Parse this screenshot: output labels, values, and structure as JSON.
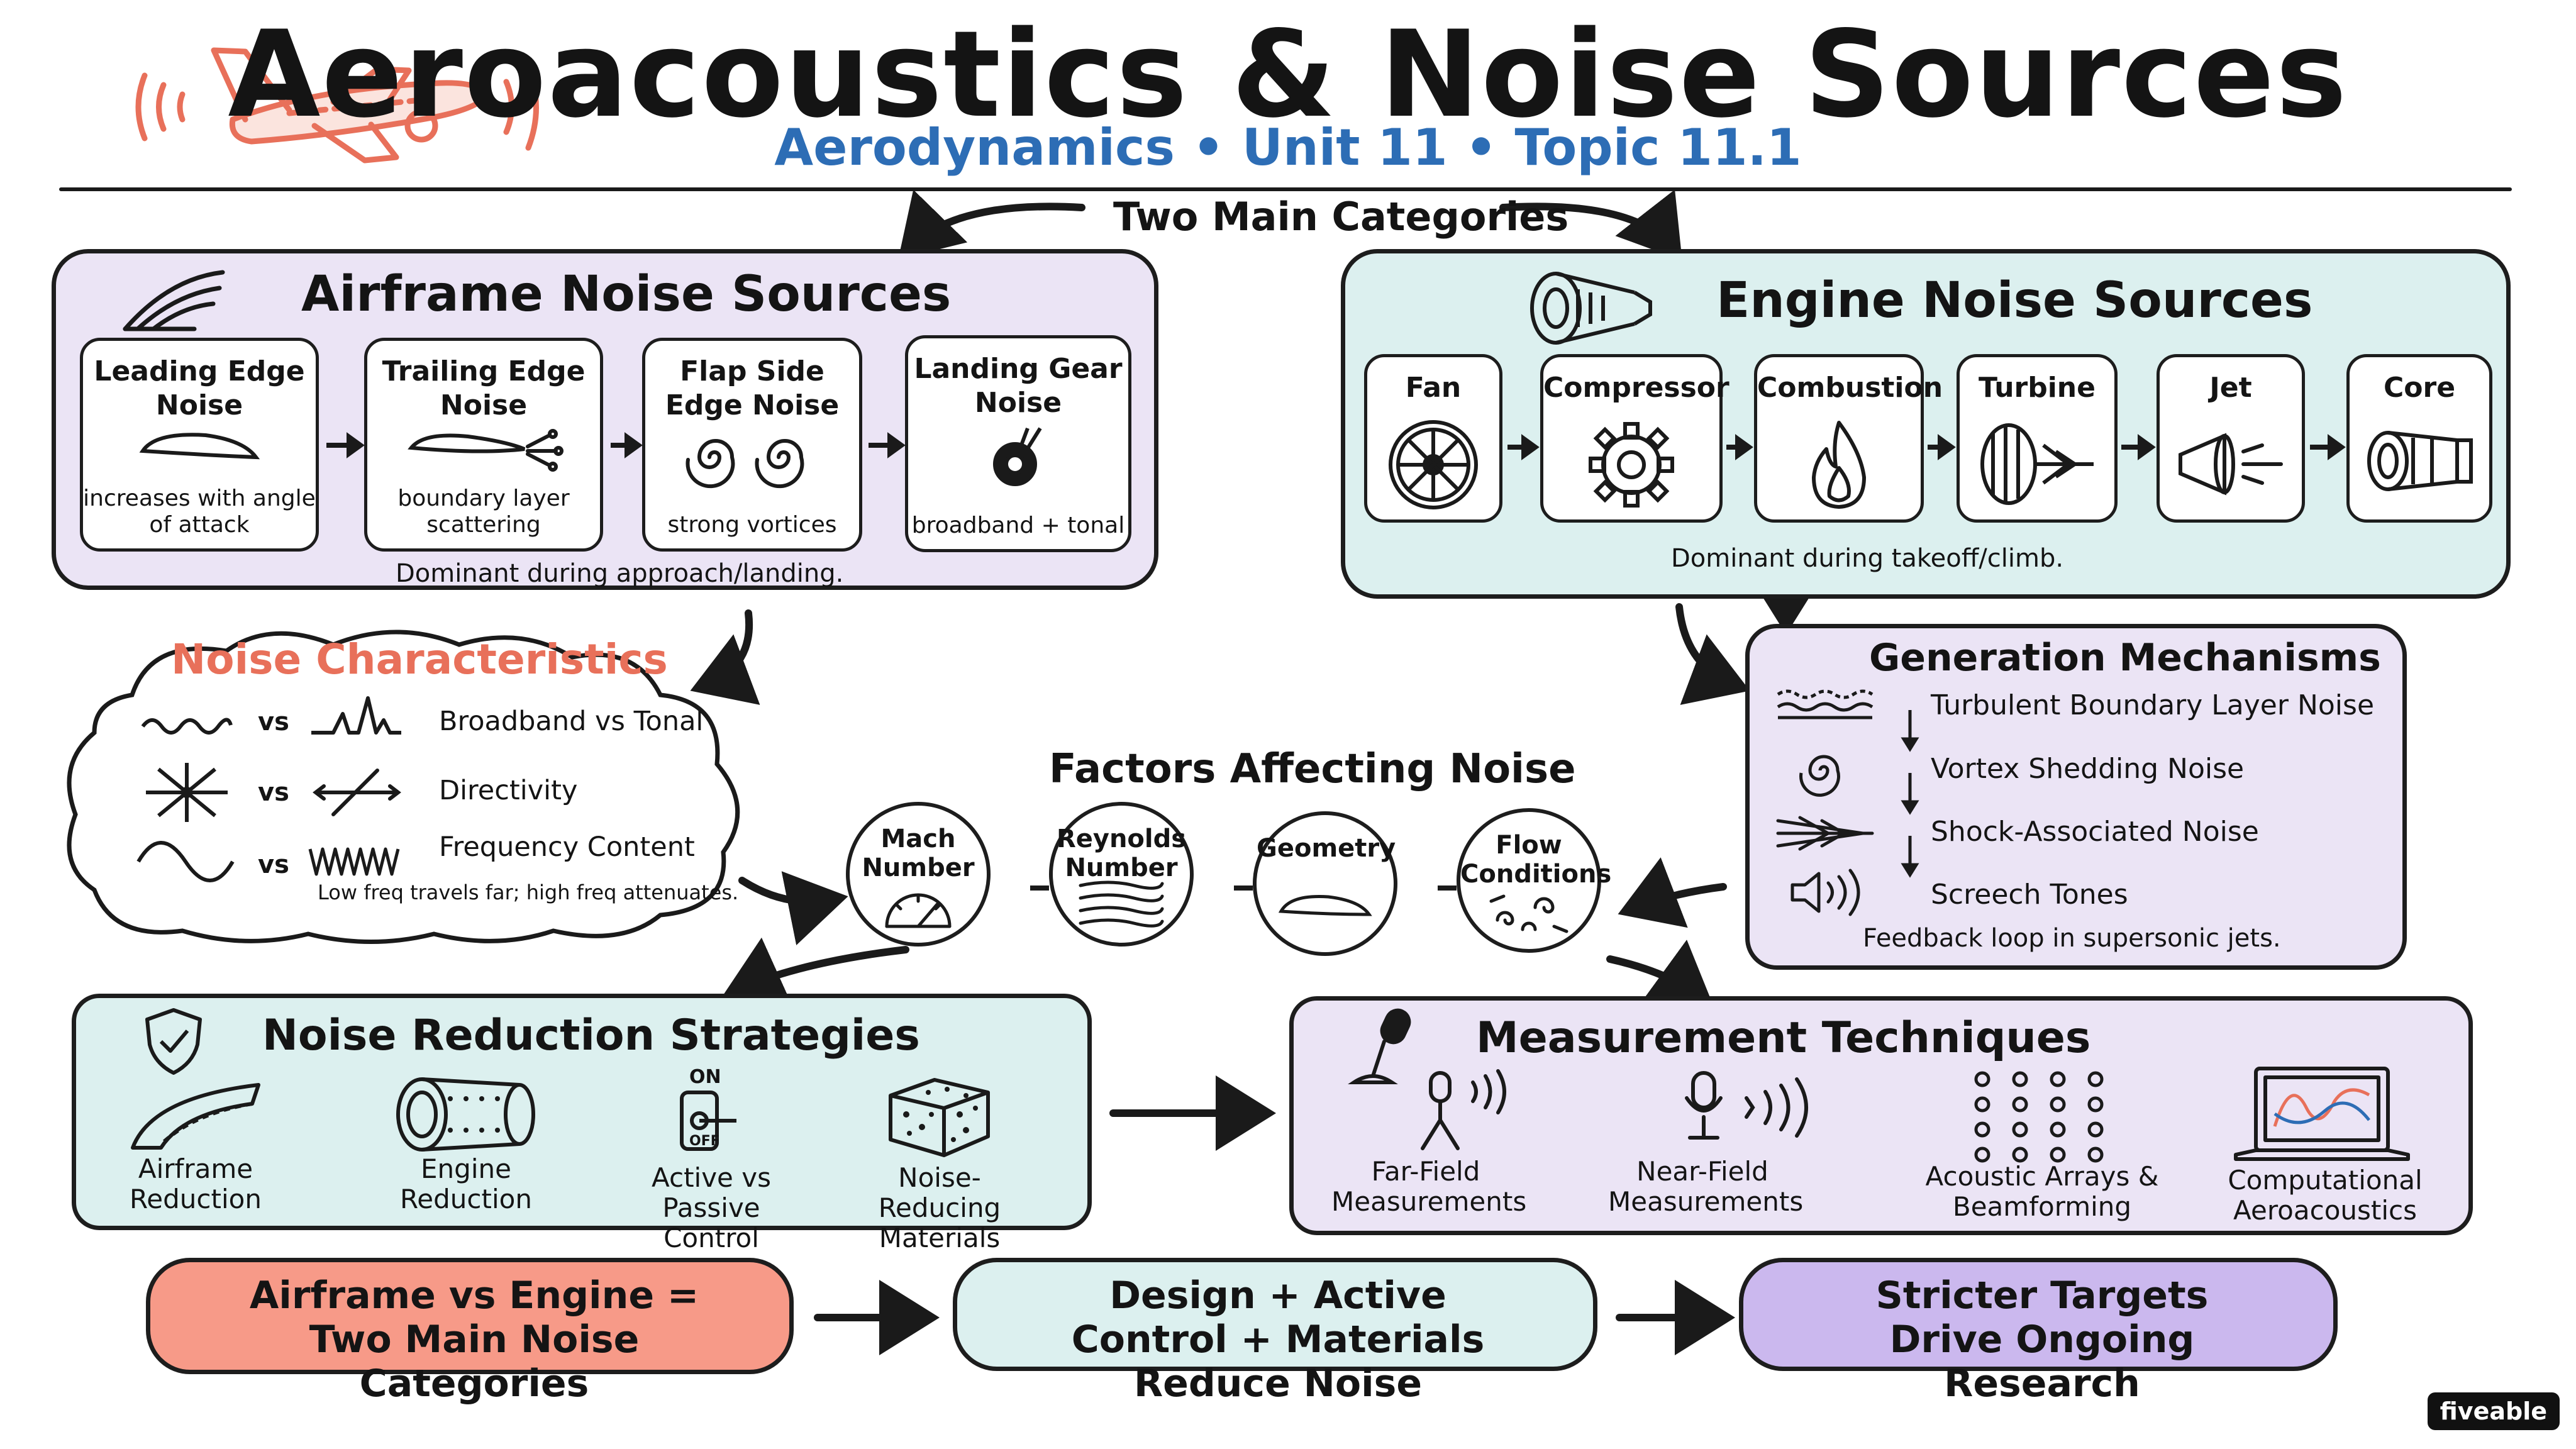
{
  "header": {
    "title": "Aeroacoustics & Noise Sources",
    "subtitle": "Aerodynamics • Unit 11 • Topic 11.1"
  },
  "categories_label": "Two Main Categories",
  "airframe": {
    "title": "Airframe Noise Sources",
    "cards": [
      {
        "title": "Leading Edge Noise",
        "desc": "increases with angle of attack"
      },
      {
        "title": "Trailing Edge Noise",
        "desc": "boundary layer scattering"
      },
      {
        "title": "Flap Side Edge Noise",
        "desc": "strong vortices"
      },
      {
        "title": "Landing Gear Noise",
        "desc": "broadband + tonal"
      }
    ],
    "note": "Dominant during approach/landing."
  },
  "engine": {
    "title": "Engine Noise Sources",
    "cards": [
      {
        "title": "Fan"
      },
      {
        "title": "Compressor"
      },
      {
        "title": "Combustion"
      },
      {
        "title": "Turbine"
      },
      {
        "title": "Jet"
      },
      {
        "title": "Core"
      }
    ],
    "note": "Dominant during takeoff/climb."
  },
  "characteristics": {
    "title": "Noise Characteristics",
    "vs": "vs",
    "rows": [
      {
        "label": "Broadband vs Tonal"
      },
      {
        "label": "Directivity"
      },
      {
        "label": "Frequency Content"
      }
    ],
    "note": "Low freq travels far; high freq attenuates."
  },
  "factors": {
    "title": "Factors Affecting Noise",
    "items": [
      {
        "label": "Mach Number"
      },
      {
        "label": "Reynolds Number"
      },
      {
        "label": "Geometry"
      },
      {
        "label": "Flow Conditions"
      }
    ]
  },
  "mechanisms": {
    "title": "Generation Mechanisms",
    "items": [
      {
        "label": "Turbulent Boundary Layer Noise"
      },
      {
        "label": "Vortex Shedding Noise"
      },
      {
        "label": "Shock-Associated Noise"
      },
      {
        "label": "Screech Tones"
      }
    ],
    "note": "Feedback loop in supersonic jets."
  },
  "reduction": {
    "title": "Noise Reduction Strategies",
    "items": [
      {
        "label": "Airframe Reduction"
      },
      {
        "label": "Engine Reduction"
      },
      {
        "label": "Active vs Passive Control"
      },
      {
        "label": "Noise-Reducing Materials"
      }
    ],
    "switch_on": "ON",
    "switch_off": "OFF"
  },
  "measurement": {
    "title": "Measurement Techniques",
    "items": [
      {
        "label": "Far-Field Measurements"
      },
      {
        "label": "Near-Field Measurements"
      },
      {
        "label": "Acoustic Arrays & Beamforming"
      },
      {
        "label": "Computational Aeroacoustics"
      }
    ]
  },
  "summary": [
    {
      "text": "Airframe vs Engine = Two Main Noise Categories",
      "color": "#f79a88"
    },
    {
      "text": "Design + Active Control + Materials Reduce Noise",
      "color": "#dcf0ef"
    },
    {
      "text": "Stricter Targets Drive Ongoing Research",
      "color": "#cbb8ee"
    }
  ],
  "brand": "fiveable",
  "colors": {
    "accent_blue": "#2d6db5",
    "accent_coral": "#e8705a",
    "lavender": "#ebe4f5",
    "mint": "#dcf0ef"
  }
}
